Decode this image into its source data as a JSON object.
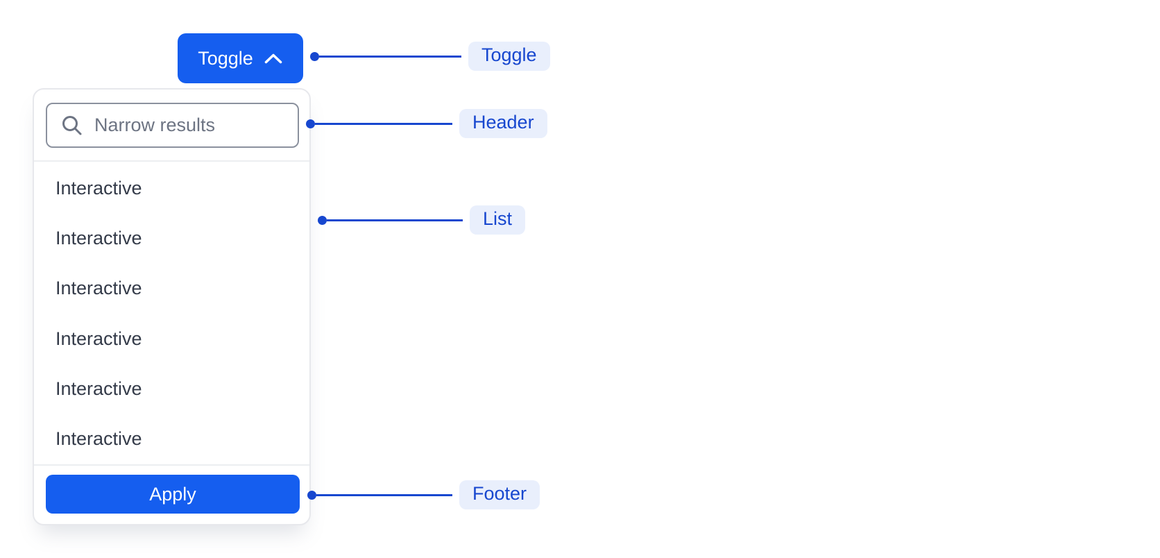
{
  "toggle": {
    "label": "Toggle",
    "icon": "chevron-up-icon"
  },
  "dropdown": {
    "header": {
      "search_placeholder": "Narrow results",
      "icon": "search-icon"
    },
    "items": [
      "Interactive",
      "Interactive",
      "Interactive",
      "Interactive",
      "Interactive",
      "Interactive"
    ],
    "footer": {
      "apply_label": "Apply"
    }
  },
  "annotations": {
    "toggle": "Toggle",
    "header": "Header",
    "list": "List",
    "footer": "Footer"
  },
  "colors": {
    "primary_blue": "#155eef",
    "annotation_blue": "#1747cf",
    "annotation_pill_bg": "#e9effc",
    "list_text": "#343b49",
    "placeholder_gray": "#6d7483",
    "input_border_gray": "#8b919e",
    "panel_border_gray": "#e7e8ec"
  }
}
